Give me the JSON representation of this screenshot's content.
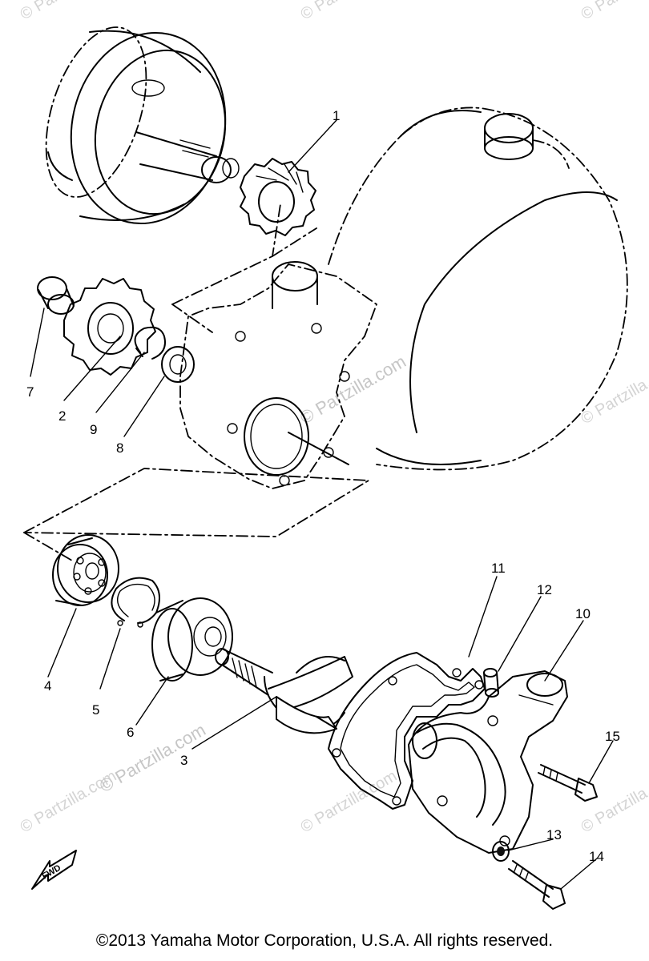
{
  "watermark_text": "© Partzilla.com",
  "fwd_label": "FWD",
  "callouts": {
    "p1": "1",
    "p2": "2",
    "p3": "3",
    "p4": "4",
    "p5": "5",
    "p6": "6",
    "p7": "7",
    "p8": "8",
    "p9": "9",
    "p10": "10",
    "p11": "11",
    "p12": "12",
    "p13": "13",
    "p14": "14",
    "p15": "15"
  },
  "copyright": "©2013 Yamaha Motor Corporation, U.S.A. All rights reserved."
}
